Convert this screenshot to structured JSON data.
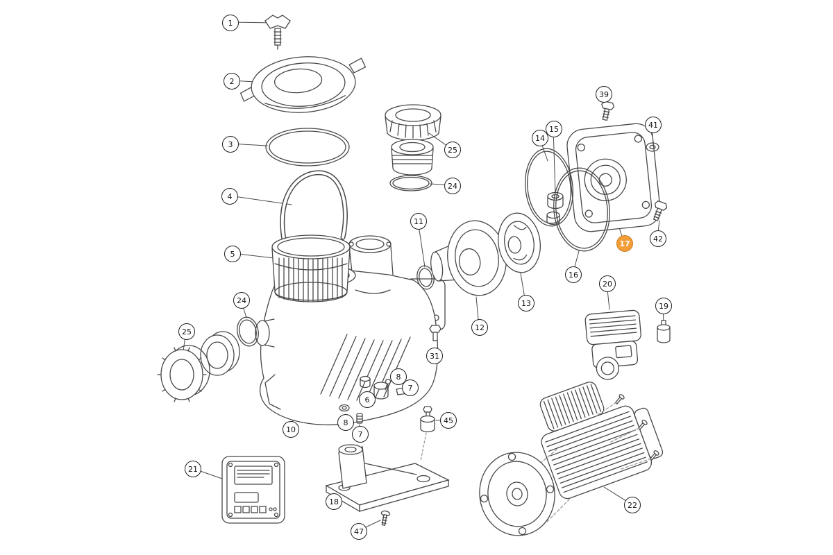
{
  "diagram": {
    "kind": "exploded-parts-diagram",
    "highlighted_callout": "17"
  },
  "palette": {
    "line": "#474747",
    "background": "#ffffff",
    "callout_bg": "#ffffff",
    "callout_border": "#1c1c1c",
    "callout_text": "#111111",
    "highlight_bg": "#f29d38",
    "highlight_border": "#c97e1e",
    "highlight_text": "#ffffff"
  },
  "callouts": [
    {
      "label": "1",
      "part": "lid-knob"
    },
    {
      "label": "2",
      "part": "strainer-lid"
    },
    {
      "label": "3",
      "part": "lid-o-ring"
    },
    {
      "label": "4",
      "part": "basket-handle"
    },
    {
      "label": "5",
      "part": "strainer-basket"
    },
    {
      "label": "25",
      "part": "union-nut-top"
    },
    {
      "label": "24",
      "part": "union-o-ring-top"
    },
    {
      "label": "11",
      "part": "shaft-o-ring"
    },
    {
      "label": "12",
      "part": "diffuser"
    },
    {
      "label": "13",
      "part": "impeller"
    },
    {
      "label": "14",
      "part": "o-ring-large"
    },
    {
      "label": "15",
      "part": "mechanical-seal"
    },
    {
      "label": "16",
      "part": "gasket"
    },
    {
      "label": "17",
      "part": "seal-plate",
      "highlighted": true
    },
    {
      "label": "39",
      "part": "bolt"
    },
    {
      "label": "41",
      "part": "washer"
    },
    {
      "label": "42",
      "part": "bolt"
    },
    {
      "label": "20",
      "part": "controller-unit"
    },
    {
      "label": "19",
      "part": "capacitor"
    },
    {
      "label": "24",
      "part": "union-o-ring-left"
    },
    {
      "label": "25",
      "part": "union-nut-left"
    },
    {
      "label": "31",
      "part": "plug"
    },
    {
      "label": "8",
      "part": "screw-upper"
    },
    {
      "label": "7",
      "part": "clip-upper"
    },
    {
      "label": "6",
      "part": "seal-small"
    },
    {
      "label": "8",
      "part": "washer-lower"
    },
    {
      "label": "7",
      "part": "fitting-lower"
    },
    {
      "label": "10",
      "part": "pump-body"
    },
    {
      "label": "45",
      "part": "rubber-foot"
    },
    {
      "label": "21",
      "part": "control-panel"
    },
    {
      "label": "18",
      "part": "base-bracket"
    },
    {
      "label": "47",
      "part": "screw-base"
    },
    {
      "label": "22",
      "part": "motor"
    }
  ]
}
